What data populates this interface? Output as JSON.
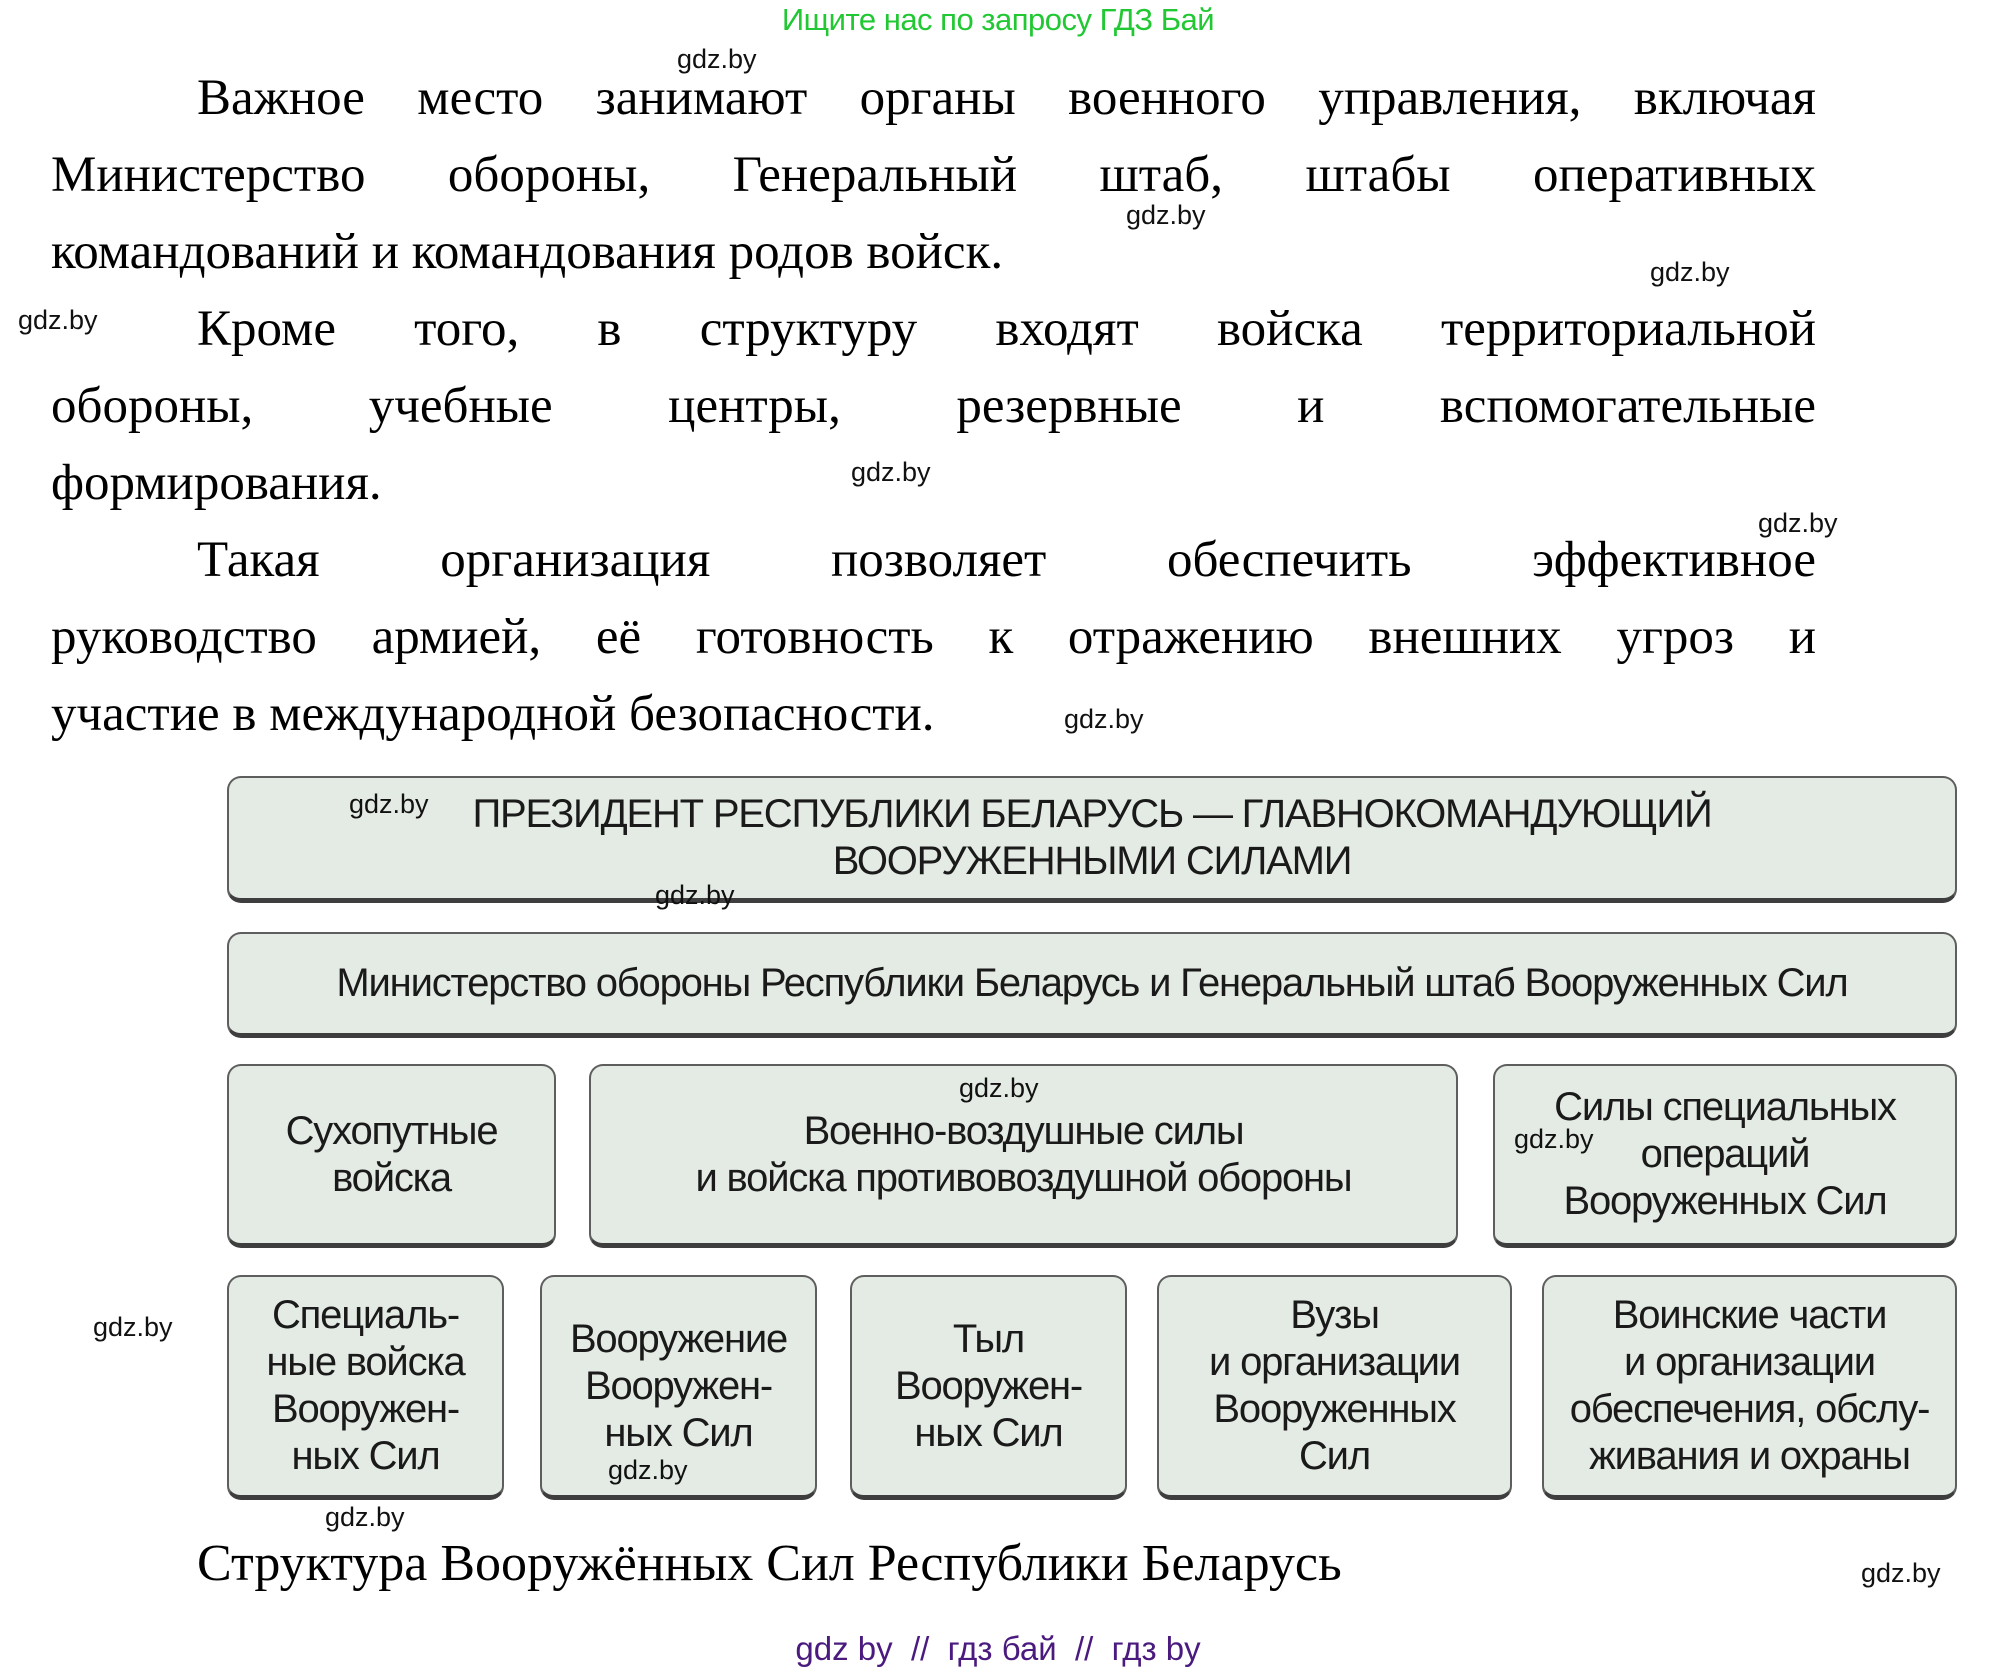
{
  "banner": {
    "text": "Ищите нас по запросу ГДЗ Бай",
    "color": "#22c833"
  },
  "paragraphs": [
    {
      "lines": [
        "Важное место занимают органы военного управления, включая",
        "Министерство обороны, Генеральный штаб, штабы оперативных",
        "командований и командования родов войск."
      ]
    },
    {
      "lines": [
        "Кроме того, в структуру входят войска территориальной",
        "обороны, учебные центры, резервные и вспомогательные",
        "формирования."
      ]
    },
    {
      "lines": [
        "Такая организация позволяет обеспечить эффективное",
        "руководство армией, её готовность к отражению внешних угроз и",
        "участие в международной безопасности."
      ]
    }
  ],
  "diagram": {
    "fill_color": "#e4ebe4",
    "border_color": "#5e5e5e",
    "top": {
      "lines": [
        "ПРЕЗИДЕНТ РЕСПУБЛИКИ БЕЛАРУСЬ — ГЛАВНОКОМАНДУЮЩИЙ",
        "ВООРУЖЕННЫМИ СИЛАМИ"
      ]
    },
    "second": {
      "lines": [
        "Министерство обороны Республики Беларусь и Генеральный штаб Вооруженных Сил"
      ]
    },
    "row3": [
      {
        "lines": [
          "Сухопутные",
          "войска"
        ]
      },
      {
        "lines": [
          "Военно-воздушные силы",
          "и войска противовоздушной обороны"
        ]
      },
      {
        "lines": [
          "Силы специальных",
          "операций",
          "Вооруженных Сил"
        ]
      }
    ],
    "row4": [
      {
        "lines": [
          "Специаль-",
          "ные войска",
          "Вооружен-",
          "ных Сил"
        ]
      },
      {
        "lines": [
          "Вооружение",
          "Вооружен-",
          "ных Сил"
        ]
      },
      {
        "lines": [
          "Тыл",
          "Вооружен-",
          "ных Сил"
        ]
      },
      {
        "lines": [
          "Вузы",
          "и организации",
          "Вооруженных",
          "Сил"
        ]
      },
      {
        "lines": [
          "Воинские части",
          "и организации",
          "обеспечения, обслу-",
          "живания и охраны"
        ]
      }
    ]
  },
  "caption": "Структура Вооружённых Сил Республики Беларусь",
  "watermark": "gdz.by",
  "footer": {
    "text": "gdz by  //  гдз бай  //  гдз by",
    "color": "#4a1a7e"
  }
}
